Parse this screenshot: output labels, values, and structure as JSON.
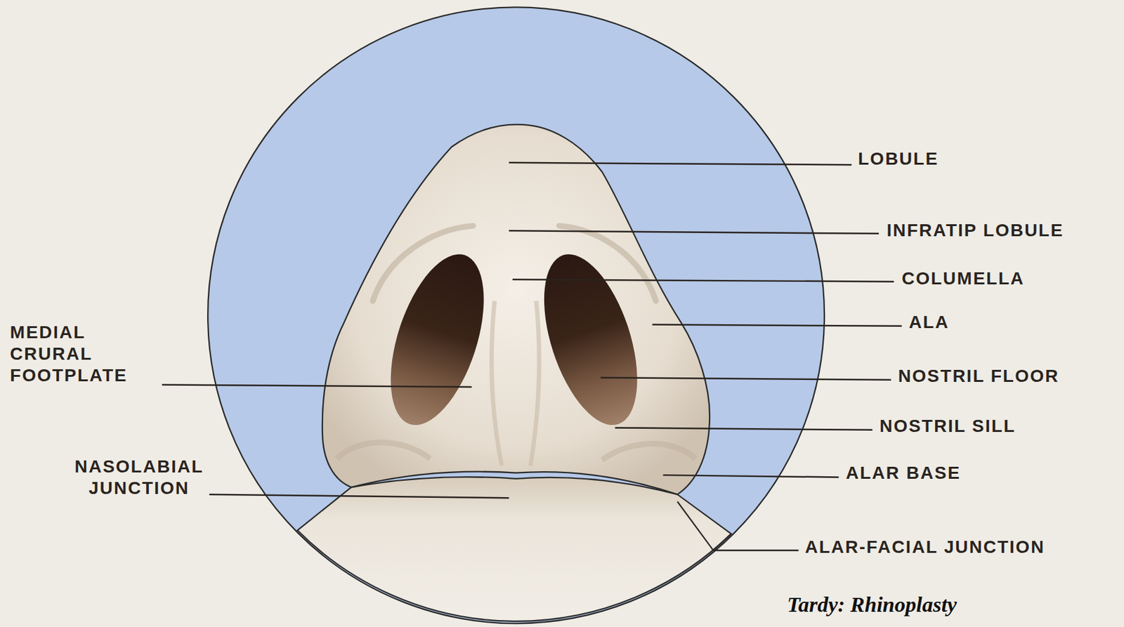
{
  "diagram": {
    "labels": [
      "LOBULE",
      "INFRATIP LOBULE",
      "COLUMELLA",
      "ALA",
      "NOSTRIL FLOOR",
      "NOSTRIL SILL",
      "ALAR BASE",
      "ALAR-FACIAL JUNCTION",
      "MEDIAL CRURAL FOOTPLATE",
      "NASOLABIAL JUNCTION",
      "Tardy: Rhinoplasty"
    ]
  }
}
